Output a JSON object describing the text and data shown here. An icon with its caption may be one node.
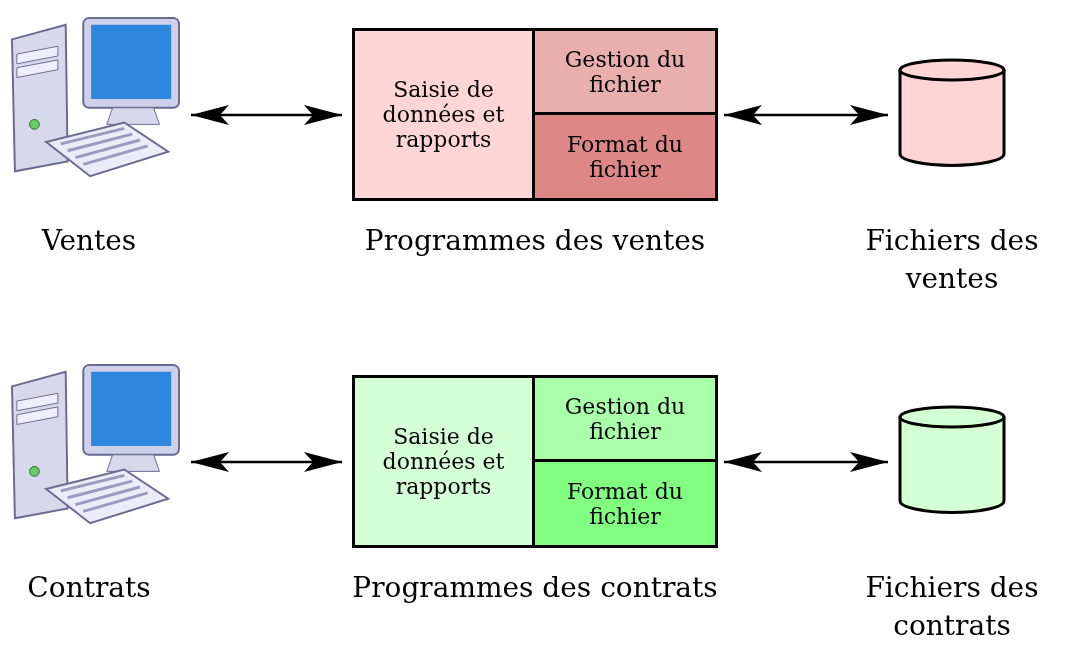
{
  "diagram": {
    "nodes": [
      {
        "text": [],
        "shape": "picture",
        "beside": [
          "Ventes"
        ]
      },
      {
        "text": [],
        "shape": "box",
        "beside": [
          "Programmes des ventes"
        ]
      },
      {
        "text": [
          "Saisie de données et rapports"
        ],
        "in": 1
      },
      {
        "text": [
          "Gestion du fichier"
        ],
        "in": 1
      },
      {
        "text": [
          "Format du fichier"
        ],
        "in": 1
      },
      {
        "text": [],
        "shape": "cylinder",
        "beside": [
          "Fichiers des ventes"
        ]
      },
      {
        "text": [],
        "shape": "picture",
        "beside": [
          "Contrats"
        ]
      },
      {
        "text": [],
        "shape": "box",
        "beside": [
          "Programmes des contrats"
        ]
      },
      {
        "text": [
          "Saisie de données et rapports"
        ],
        "in": 7
      },
      {
        "text": [
          "Gestion du fichier"
        ],
        "in": 7
      },
      {
        "text": [
          "Format du fichier"
        ],
        "in": 7
      },
      {
        "text": [],
        "shape": "cylinder",
        "beside": [
          "Fichiers des contrats"
        ]
      }
    ],
    "edges": [
      {
        "from": 0,
        "to": 1,
        "arrow": "both"
      },
      {
        "from": 1,
        "to": 5,
        "arrow": "both"
      },
      {
        "from": 6,
        "to": 7,
        "arrow": "both"
      },
      {
        "from": 7,
        "to": 11,
        "arrow": "both"
      }
    ]
  }
}
